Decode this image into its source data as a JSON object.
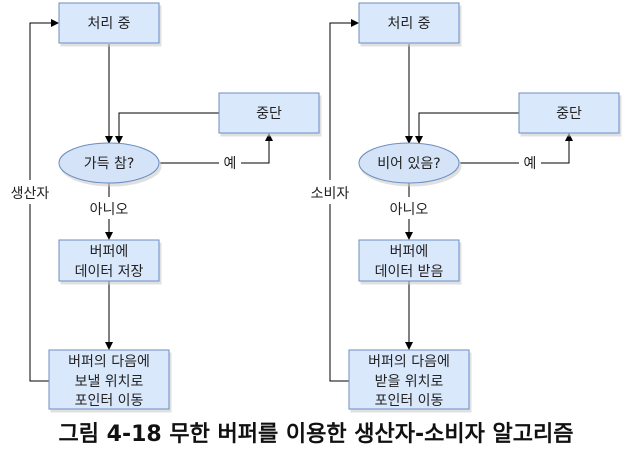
{
  "colors": {
    "box_fill": "#dae8fc",
    "box_stroke": "#6c8ebf",
    "ellipse_fill": "#d4e3f7",
    "line": "#000000"
  },
  "producer": {
    "side_label": "생산자",
    "process": "처리 중",
    "decision": "가득 참?",
    "stop": "중단",
    "yes_label": "예",
    "no_label": "아니오",
    "store": [
      "버퍼에",
      "데이터 저장"
    ],
    "move": [
      "버퍼의 다음에",
      "보낼 위치로",
      "포인터 이동"
    ]
  },
  "consumer": {
    "side_label": "소비자",
    "process": "처리 중",
    "decision": "비어 있음?",
    "stop": "중단",
    "yes_label": "예",
    "no_label": "아니오",
    "store": [
      "버퍼에",
      "데이터 받음"
    ],
    "move": [
      "버퍼의 다음에",
      "받을 위치로",
      "포인터 이동"
    ]
  },
  "caption": "그림 4-18 무한 버퍼를 이용한 생산자-소비자 알고리즘"
}
